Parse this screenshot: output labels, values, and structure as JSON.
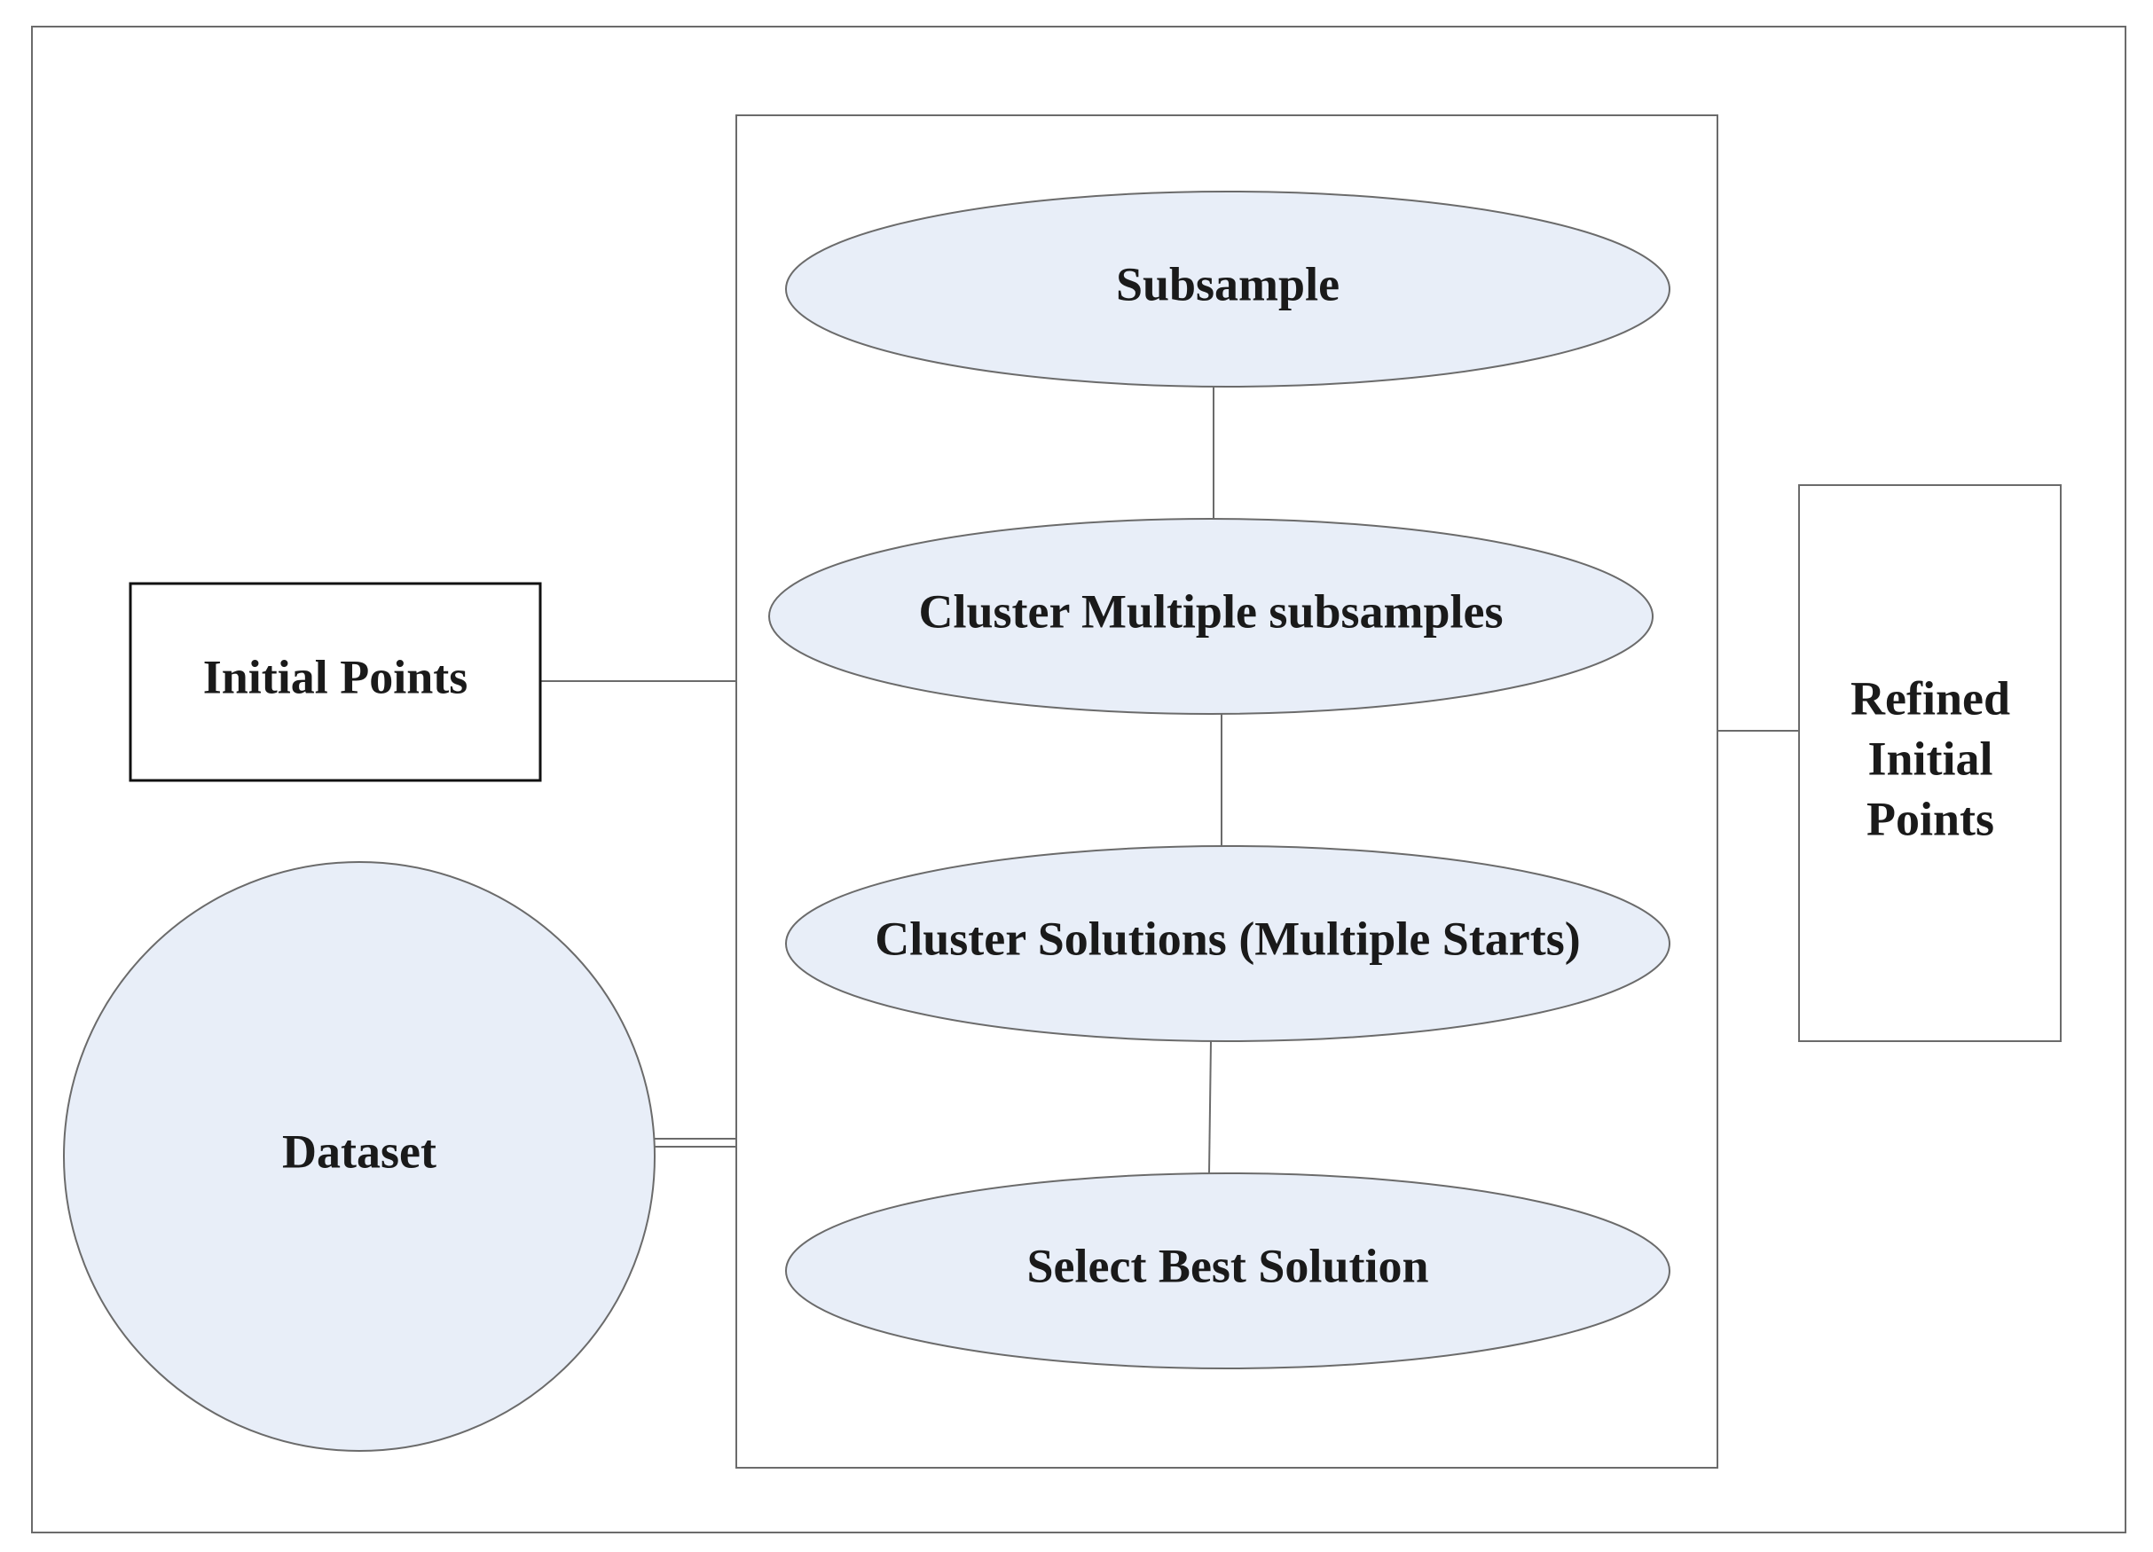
{
  "diagram": {
    "nodes": {
      "initial_points": "Initial Points",
      "dataset": "Dataset",
      "subsample": "Subsample",
      "cluster_multiple_subsamples": "Cluster Multiple subsamples",
      "cluster_solutions": "Cluster Solutions (Multiple Starts)",
      "select_best_solution": "Select Best Solution",
      "refined_initial_points": [
        "Refined",
        "Initial",
        "Points"
      ]
    },
    "colors": {
      "ellipse_fill": "#e8eef8",
      "line": "#6b6b6b",
      "text": "#1a1a1a"
    }
  }
}
